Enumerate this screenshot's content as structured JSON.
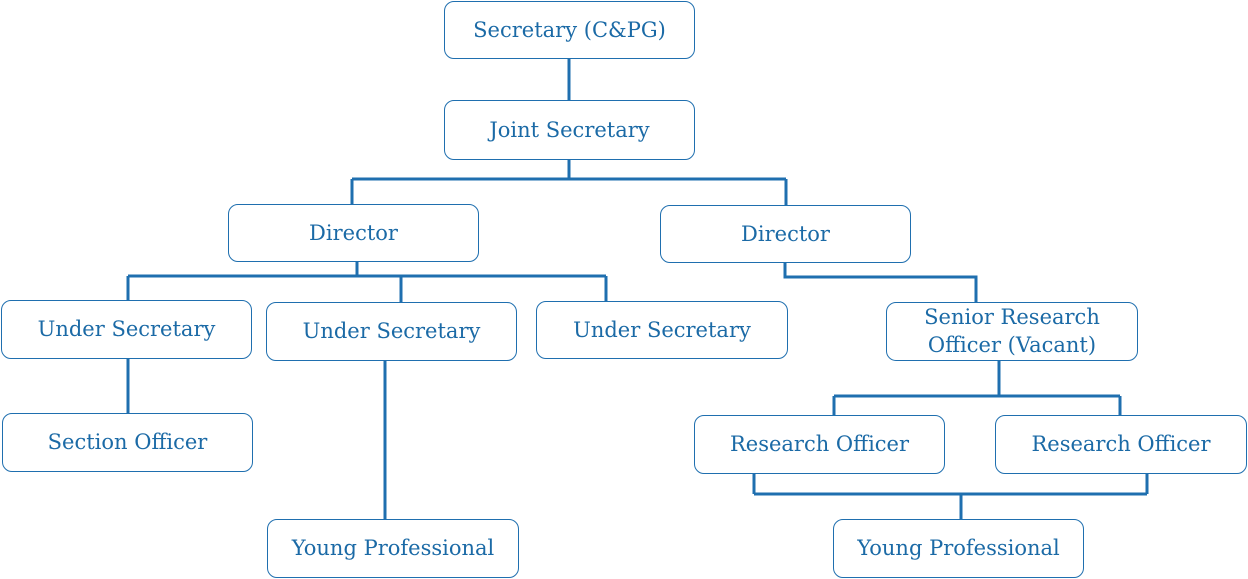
{
  "colors": {
    "line": "#1f6faf",
    "text": "#1b6aa6",
    "border": "#1f6faf"
  },
  "nodes": {
    "secretary": "Secretary (C&PG)",
    "joint_secretary": "Joint Secretary",
    "director_left": "Director",
    "director_right": "Director",
    "under_secretary_1": "Under Secretary",
    "under_secretary_2": "Under Secretary",
    "under_secretary_3": "Under Secretary",
    "senior_research_officer_line1": "Senior Research",
    "senior_research_officer_line2": "Officer (Vacant)",
    "section_officer": "Section Officer",
    "research_officer_1": "Research Officer",
    "research_officer_2": "Research Officer",
    "young_professional_left": "Young Professional",
    "young_professional_right": "Young Professional"
  }
}
